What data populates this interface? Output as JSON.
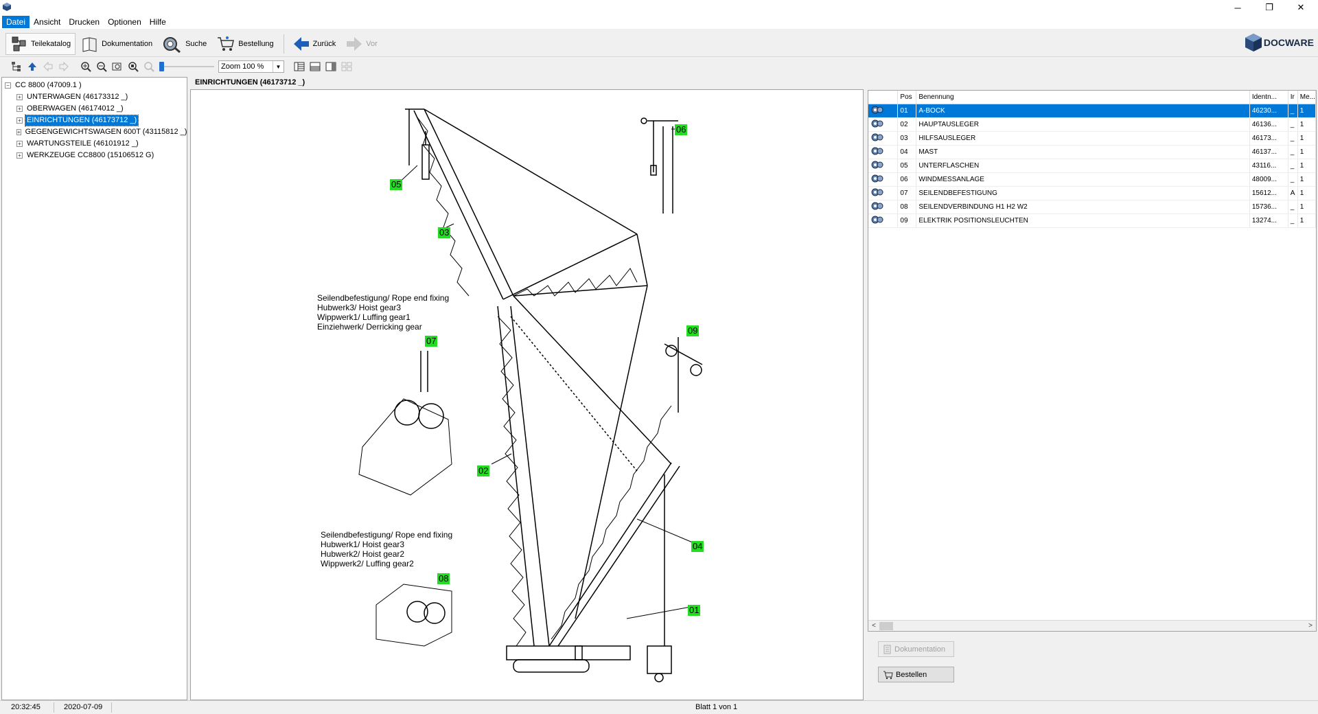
{
  "window": {
    "minimize_icon": "minimize-icon",
    "restore_icon": "restore-icon",
    "close_icon": "close-icon"
  },
  "menu": {
    "items": [
      "Datei",
      "Ansicht",
      "Drucken",
      "Optionen",
      "Hilfe"
    ],
    "active": "Datei"
  },
  "toolbar": {
    "teilekatalog": "Teilekatalog",
    "dokumentation": "Dokumentation",
    "suche": "Suche",
    "bestellung": "Bestellung",
    "zurueck": "Zurück",
    "vor": "Vor",
    "brand": "DOCWARE"
  },
  "view_toolbar": {
    "zoom_value": "Zoom 100 %",
    "zoom_level": 0.0
  },
  "tree": {
    "root": "CC 8800 (47009.1 )",
    "items": [
      {
        "label": "UNTERWAGEN (46173312 _)",
        "selected": false
      },
      {
        "label": "OBERWAGEN (46174012 _)",
        "selected": false
      },
      {
        "label": "EINRICHTUNGEN (46173712 _)",
        "selected": true
      },
      {
        "label": "GEGENGEWICHTSWAGEN 600T (43115812 _)",
        "selected": false
      },
      {
        "label": "WARTUNGSTEILE (46101912 _)",
        "selected": false
      },
      {
        "label": "WERKZEUGE CC8800 (15106512 G)",
        "selected": false
      }
    ]
  },
  "drawing": {
    "title": "EINRICHTUNGEN (46173712 _)",
    "note1": [
      "Seilendbefestigung/ Rope end fixing",
      "Hubwerk3/ Hoist gear3",
      "Wippwerk1/ Luffing gear1",
      "Einziehwerk/ Derricking gear"
    ],
    "note2": [
      "Seilendbefestigung/ Rope end fixing",
      "Hubwerk1/ Hoist gear3",
      "Hubwerk2/ Hoist gear2",
      "Wippwerk2/ Luffing gear2"
    ],
    "callouts": [
      "05",
      "06",
      "03",
      "07",
      "09",
      "02",
      "04",
      "08",
      "01"
    ]
  },
  "parts_table": {
    "columns": [
      "",
      "Pos",
      "Benennung",
      "Identn...",
      "Ir",
      "Me..."
    ],
    "rows": [
      {
        "pos": "01",
        "name": "A-BOCK",
        "ident": "46230...",
        "ir": "_",
        "me": "1",
        "selected": true
      },
      {
        "pos": "02",
        "name": "HAUPTAUSLEGER",
        "ident": "46136...",
        "ir": "_",
        "me": "1",
        "selected": false
      },
      {
        "pos": "03",
        "name": "HILFSAUSLEGER",
        "ident": "46173...",
        "ir": "_",
        "me": "1",
        "selected": false
      },
      {
        "pos": "04",
        "name": "MAST",
        "ident": "46137...",
        "ir": "_",
        "me": "1",
        "selected": false
      },
      {
        "pos": "05",
        "name": "UNTERFLASCHEN",
        "ident": "43116...",
        "ir": "_",
        "me": "1",
        "selected": false
      },
      {
        "pos": "06",
        "name": "WINDMESSANLAGE",
        "ident": "48009...",
        "ir": "_",
        "me": "1",
        "selected": false
      },
      {
        "pos": "07",
        "name": "SEILENDBEFESTIGUNG",
        "ident": "15612...",
        "ir": "A",
        "me": "1",
        "selected": false
      },
      {
        "pos": "08",
        "name": "SEILENDVERBINDUNG H1 H2 W2",
        "ident": "15736...",
        "ir": "_",
        "me": "1",
        "selected": false
      },
      {
        "pos": "09",
        "name": "ELEKTRIK POSITIONSLEUCHTEN",
        "ident": "13274...",
        "ir": "_",
        "me": "1",
        "selected": false
      }
    ]
  },
  "actions": {
    "dokumentation": "Dokumentation",
    "bestellen": "Bestellen"
  },
  "status": {
    "time": "20:32:45",
    "date": "2020-07-09",
    "page": "Blatt 1 von 1"
  },
  "colors": {
    "selection": "#0078d7",
    "callout": "#22dd22",
    "nav_arrow": "#1e5fb8"
  }
}
